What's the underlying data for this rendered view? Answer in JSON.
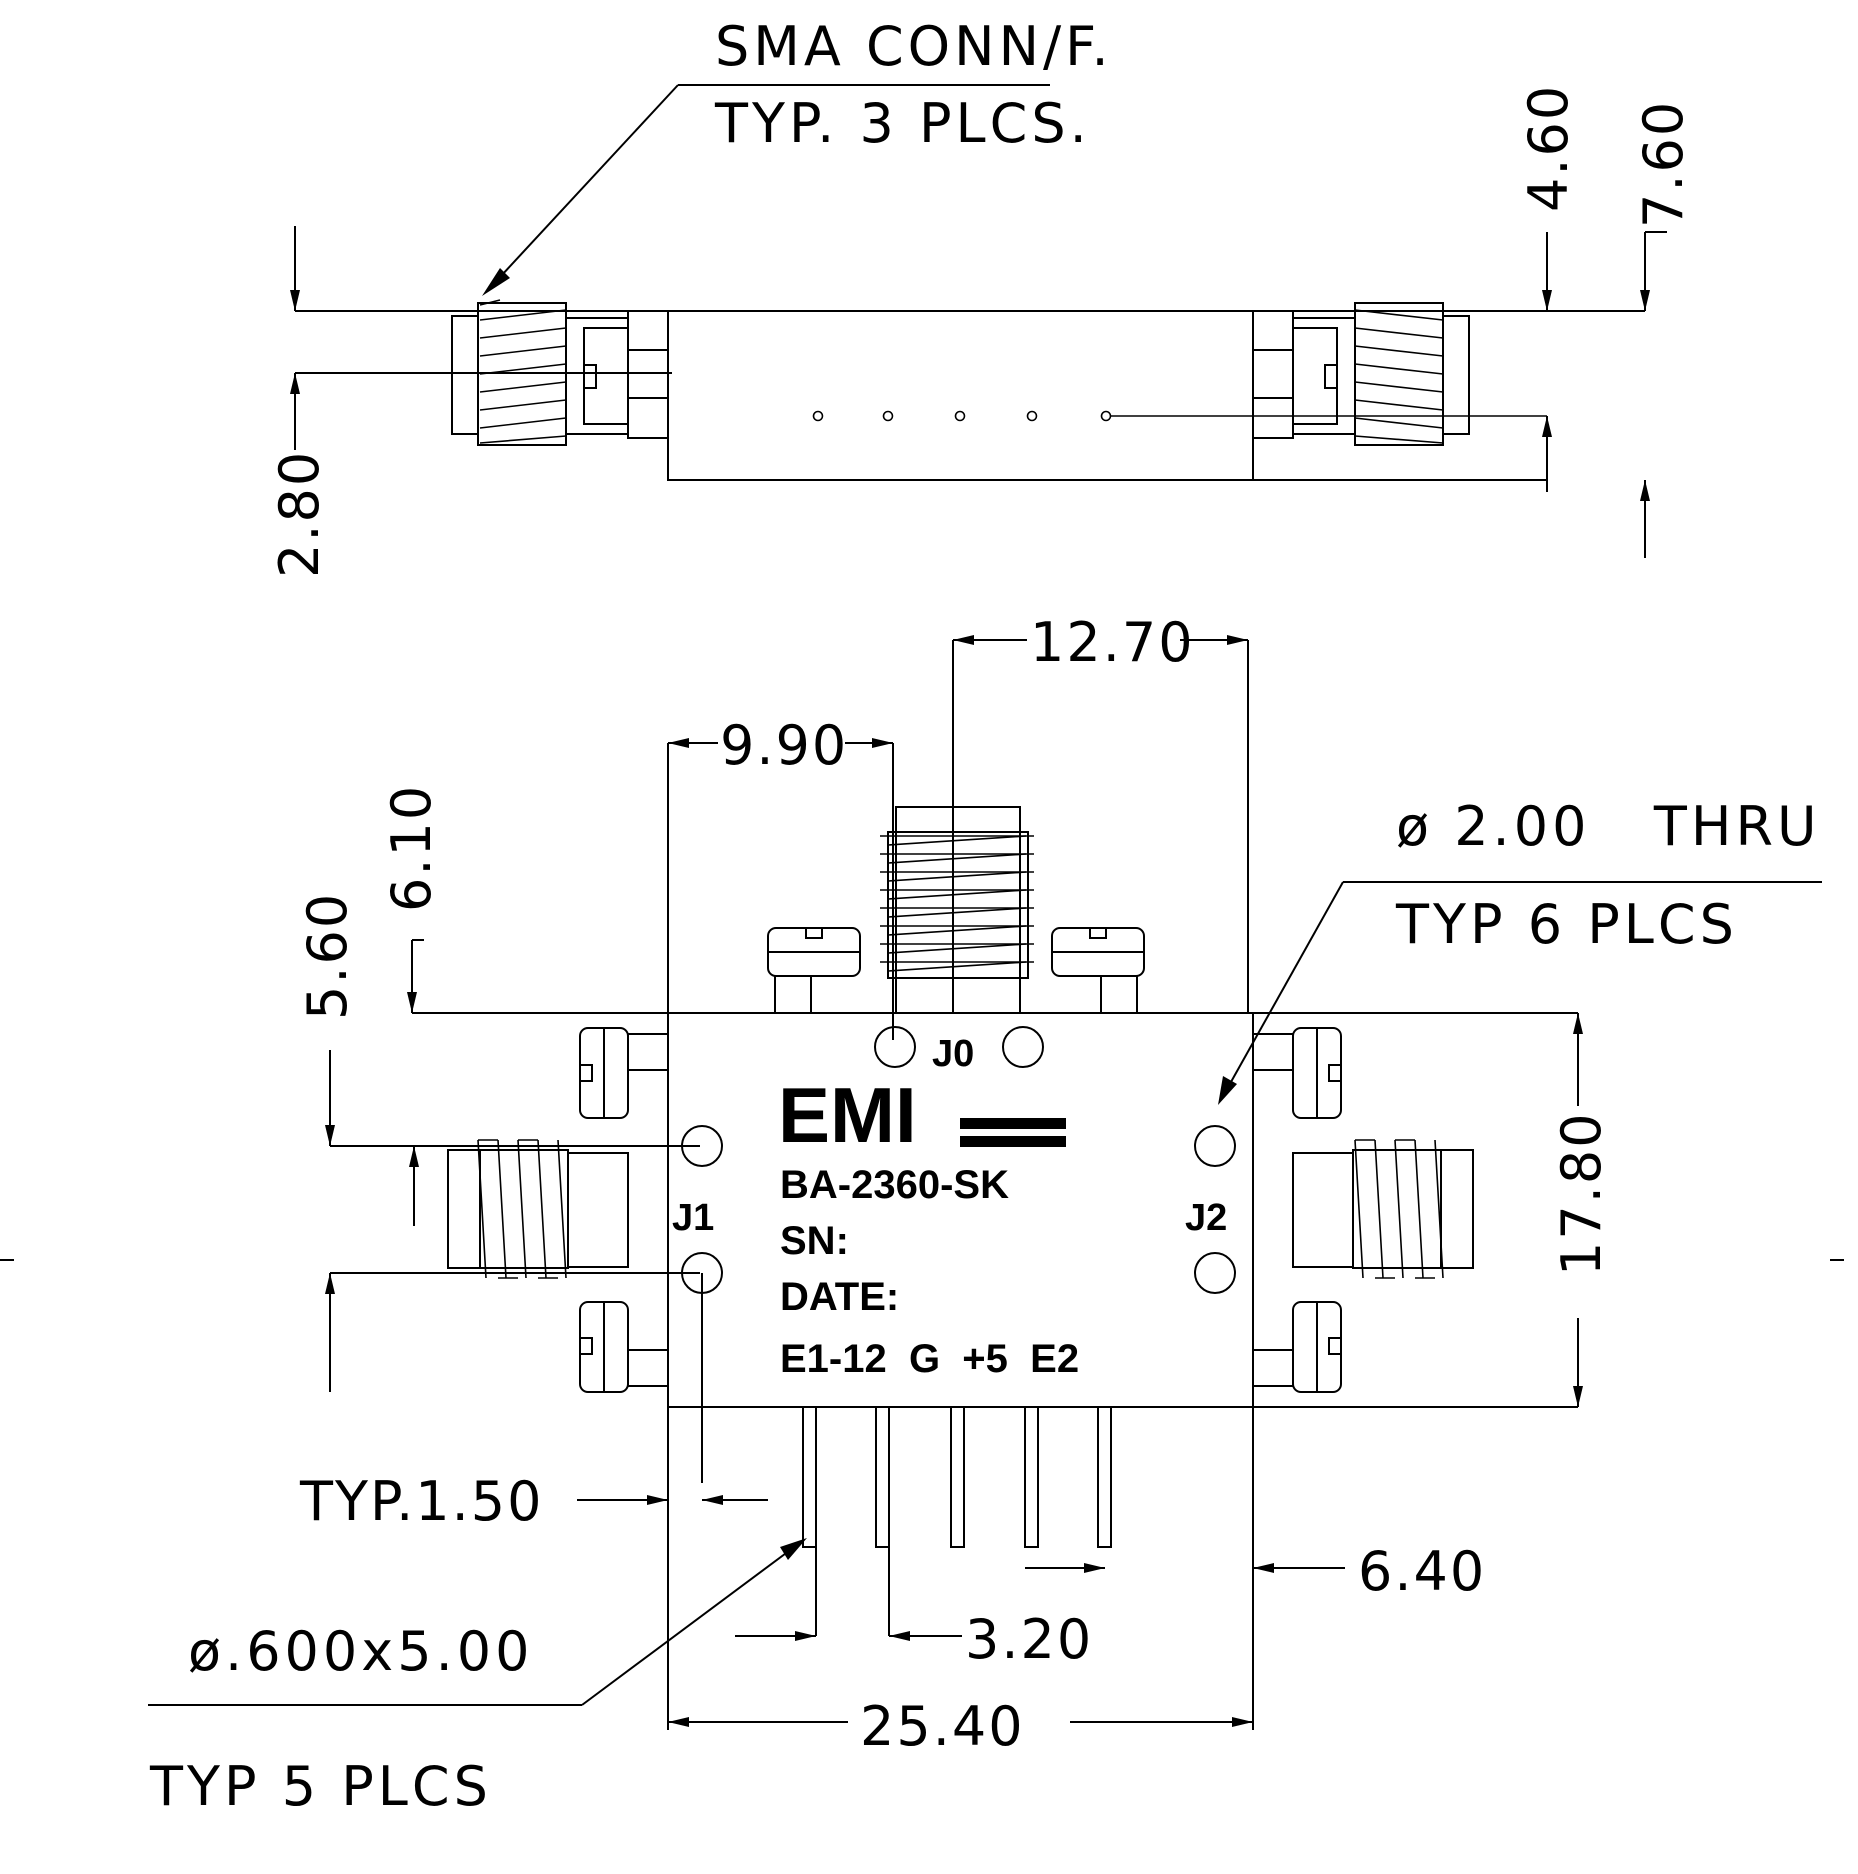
{
  "notes": {
    "sma_line1": "SMA CONN/F.",
    "sma_line2": "TYP. 3 PLCS.",
    "hole_line1": "ø 2.00   THRU",
    "hole_line2": "TYP 6 PLCS",
    "pin_line1": "ø.600x5.00",
    "pin_line2": "TYP 5 PLCS"
  },
  "dimensions": {
    "d_4_60": "4.60",
    "d_7_60": "7.60",
    "d_2_80": "2.80",
    "d_12_70": "12.70",
    "d_9_90": "9.90",
    "d_6_10": "6.10",
    "d_5_60": "5.60",
    "d_17_80": "17.80",
    "d_typ_1_50": "TYP.1.50",
    "d_6_40": "6.40",
    "d_3_20": "3.20",
    "d_25_40": "25.40"
  },
  "marking": {
    "logo": "EMI",
    "part_number": "BA-2360-SK",
    "sn": "SN:",
    "date": "DATE:",
    "pins": "E1-12  G  +5  E2",
    "j0": "J0",
    "j1": "J1",
    "j2": "J2"
  }
}
